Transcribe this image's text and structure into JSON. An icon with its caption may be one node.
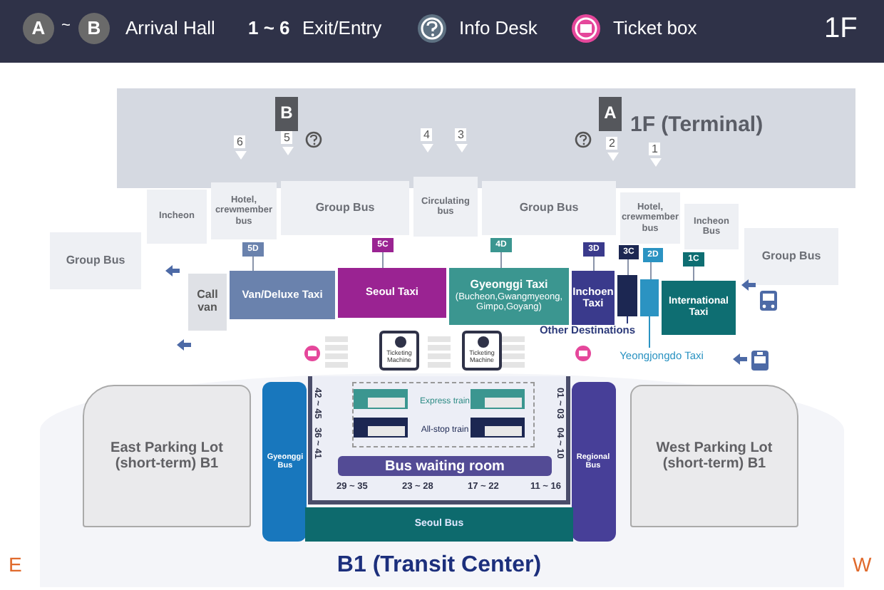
{
  "diagram": {
    "nodes": [
      {
        "text": [
          "1F (Terminal)"
        ]
      },
      {
        "text": [
          "B"
        ],
        "in": 0
      },
      {
        "text": [
          "A"
        ],
        "in": 0
      },
      {
        "text": [
          "Group Bus"
        ]
      },
      {
        "text": [
          "Incheon"
        ]
      },
      {
        "text": [
          "Hotel, crewmember bus"
        ]
      },
      {
        "text": [
          "Group Bus"
        ]
      },
      {
        "text": [
          "Circulating bus"
        ]
      },
      {
        "text": [
          "Group Bus"
        ]
      },
      {
        "text": [
          "Hotel, crewmember bus"
        ]
      },
      {
        "text": [
          "Incheon Bus"
        ]
      },
      {
        "text": [
          "Group Bus"
        ]
      },
      {
        "text": [
          "Call van"
        ]
      },
      {
        "text": [
          "Van/Deluxe Taxi"
        ]
      },
      {
        "text": [
          "Seoul Taxi"
        ]
      },
      {
        "text": [
          "Gyeonggi Taxi",
          "(Bucheon,Gwangmyeong, Gimpo,Goyang)"
        ]
      },
      {
        "text": [
          "Inchoen Taxi"
        ]
      },
      {
        "text": [],
        "shape": "box"
      },
      {
        "text": [],
        "shape": "box"
      },
      {
        "text": [
          "International Taxi"
        ]
      },
      {
        "text": [
          "5D"
        ]
      },
      {
        "text": [
          "5C"
        ]
      },
      {
        "text": [
          "4D"
        ]
      },
      {
        "text": [
          "3D"
        ]
      },
      {
        "text": [
          "3C"
        ]
      },
      {
        "text": [
          "2D"
        ]
      },
      {
        "text": [
          "1C"
        ]
      },
      {
        "text": [
          "Other Destinations"
        ]
      },
      {
        "text": [
          "Yeongjongdo Taxi"
        ]
      },
      {
        "text": [
          "B1 (Transit Center)"
        ]
      },
      {
        "text": [
          "East Parking Lot (short-term) B1"
        ],
        "in": 29
      },
      {
        "text": [
          "West Parking Lot (short-term) B1"
        ],
        "in": 29
      },
      {
        "text": [
          "Gyeonggi Bus"
        ],
        "in": 29
      },
      {
        "text": [
          "Regional Bus"
        ],
        "in": 29
      },
      {
        "text": [
          "Seoul Bus"
        ],
        "in": 29
      },
      {
        "text": [],
        "shape": "box",
        "in": 29
      },
      {
        "text": [
          "Ticketing Machine"
        ]
      },
      {
        "text": [
          "Ticketing Machine"
        ]
      },
      {
        "text": [],
        "shape": "box",
        "in": 35
      },
      {
        "text": [
          "Express train"
        ],
        "in": 38
      },
      {
        "text": [
          "All-stop train"
        ],
        "in": 38
      },
      {
        "text": [
          "Bus waiting room"
        ],
        "in": 35
      }
    ],
    "edges": [
      {
        "from": 20,
        "to": 13,
        "arrow": "none"
      },
      {
        "from": 21,
        "to": 14,
        "arrow": "none"
      },
      {
        "from": 22,
        "to": 15,
        "arrow": "none"
      },
      {
        "from": 23,
        "to": 16,
        "arrow": "none"
      },
      {
        "from": 24,
        "to": 17,
        "arrow": "none"
      },
      {
        "from": 25,
        "to": 18,
        "arrow": "none"
      },
      {
        "from": 26,
        "to": 19,
        "arrow": "none"
      },
      {
        "from": 27,
        "to": 17,
        "arrow": "none",
        "color": "#2c3a7a"
      },
      {
        "from": 28,
        "to": 18,
        "arrow": "none",
        "color": "#2b93c2"
      }
    ],
    "labels": [
      "A",
      "~",
      "B",
      "1 ~ 6",
      "1F",
      "6",
      "5",
      "4",
      "3",
      "2",
      "1",
      "42 ~ 45",
      "36 ~ 41",
      "29 ~ 35",
      "23 ~ 28",
      "17 ~ 22",
      "11 ~ 16",
      "01 ~ 03",
      "04 ~ 10",
      "E",
      "W"
    ],
    "legend": [
      {
        "text": "Arrival Hall"
      },
      {
        "text": "Exit/Entry"
      },
      {
        "text": "Info Desk"
      },
      {
        "text": "Ticket box"
      }
    ]
  }
}
